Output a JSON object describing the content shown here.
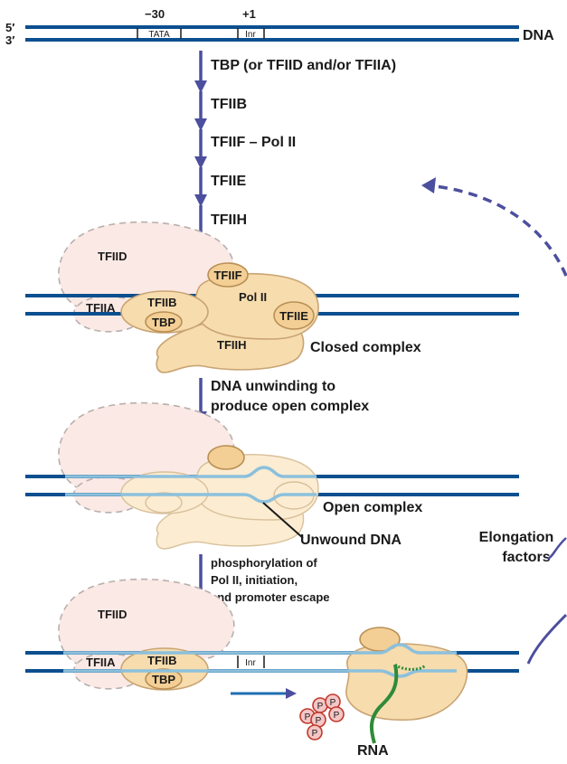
{
  "dna": {
    "strand5": "5′",
    "strand3": "3′",
    "label": "DNA",
    "pos_minus30": "−30",
    "pos_plus1": "+1",
    "tata": "TATA",
    "inr": "Inr"
  },
  "steps": {
    "tbp": "TBP (or TFIID and/or TFIIA)",
    "tfiib": "TFIIB",
    "tfiif_pol": "TFIIF – Pol II",
    "tfiie": "TFIIE",
    "tfiih": "TFIIH"
  },
  "closed": {
    "tfiid": "TFIID",
    "tfiia": "TFIIA",
    "tfiib": "TFIIB",
    "tbp": "TBP",
    "tfiif": "TFIIF",
    "pol2": "Pol II",
    "tfiie": "TFIIE",
    "tfiih": "TFIIH",
    "title": "Closed complex"
  },
  "unwinding": {
    "line1": "DNA unwinding to",
    "line2": "produce open complex"
  },
  "open": {
    "title": "Open complex",
    "unwound": "Unwound DNA"
  },
  "escape": {
    "line1": "phosphorylation of",
    "line2": "Pol II, initiation,",
    "line3": "and promoter escape"
  },
  "final": {
    "tfiid": "TFIID",
    "tfiia": "TFIIA",
    "tfiib": "TFIIB",
    "tbp": "TBP",
    "inr": "Inr",
    "rna": "RNA",
    "phospho": "P"
  },
  "elongation": {
    "line1": "Elongation",
    "line2": "factors"
  },
  "colors": {
    "dna": "#0b4f8f",
    "unwound_dna": "#8cc0dc",
    "arrow": "#4c4f9e",
    "protein": "#f7dcae",
    "rna": "#2e8b3a",
    "phospho": "#c0392b"
  }
}
